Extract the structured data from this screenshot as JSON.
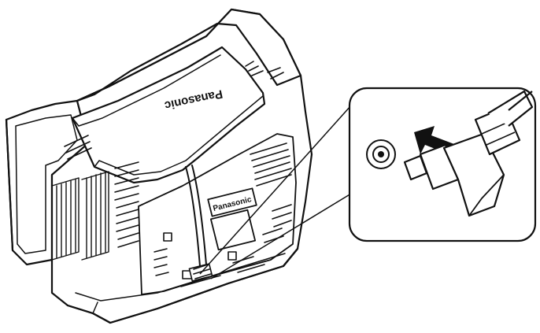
{
  "figure": {
    "device_brand_top": "Panasonic",
    "device_brand_front": "Panasonic",
    "ink_color": "#111111",
    "paper_color": "#ffffff",
    "arrow_direction": "toward-jack",
    "icons": [
      "dc-jack-icon",
      "power-plug-icon",
      "insert-arrow-icon"
    ]
  }
}
